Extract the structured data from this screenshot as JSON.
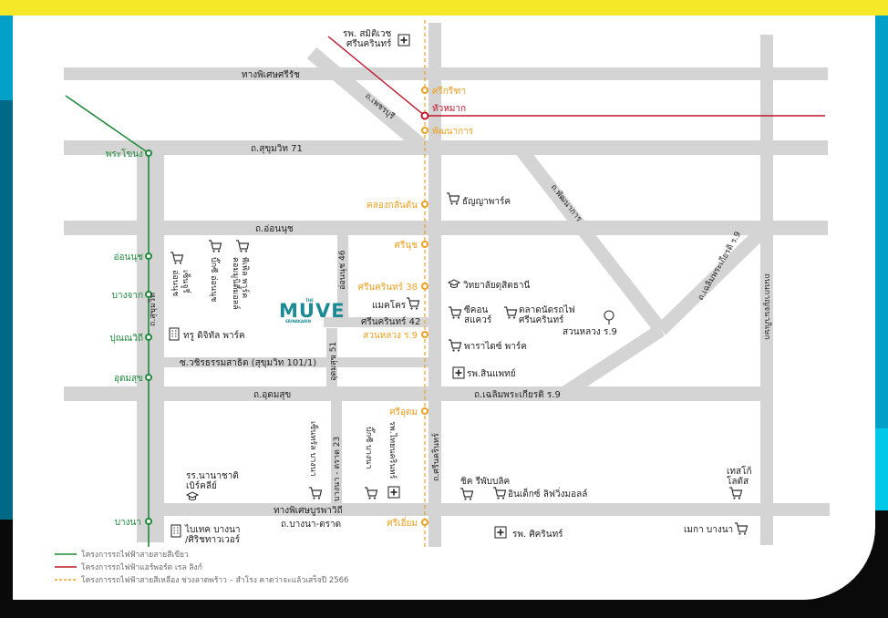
{
  "colors": {
    "frame_yellow": "#f4e829",
    "frame_blue": "#00a0c8",
    "road": "#d4d4d4",
    "green_line": "#1f8a3c",
    "red_line": "#c0162c",
    "yellow_line": "#f0a020",
    "brand": "#1c8a94"
  },
  "project": {
    "brand_small": "THE",
    "brand": "MUVE",
    "brand_sub": "SRINAKARIN"
  },
  "roads": {
    "kanchanaphisek": "ทางพิเศษศรีรัช",
    "phetchaburi": "ถ.เพชรบุรี",
    "sukhumvit71": "ถ.สุขุมวิท 71",
    "onnut": "ถ.อ่อนนุช",
    "onnut46": "อ่อนนุช 46",
    "sukhumvit": "ถ.สุขุมวิท",
    "wachiratham": "ซ.วชิรธรรมสาธิต (สุขุมวิท 101/1)",
    "udomsuk51": "อุดมสุข 51",
    "srinakarin42": "ศรีนครินทร์ 42",
    "udomsuk": "ถ.อุดมสุข",
    "chaloem": "ถ.เฉลิมพระเกียรติ ร.9",
    "chaloem_diag": "ถ.เฉลิมพระเกียรติ ร.9",
    "phatthanakan": "ถ.พัฒนาการ",
    "kanchana_v": "ถนนกาญจนาภิเษก",
    "srinakarin_v": "ถ.ศรีนครินทร์",
    "bangna_trat23": "บางนา - ตราด 23",
    "burapha": "ทางพิเศษบูรพาวิถี",
    "bangna_trat": "ถ.บางนา-ตราด"
  },
  "stations": {
    "green": [
      "พระโขนง",
      "อ่อนนุช",
      "บางจาก",
      "ปุณณวิถี",
      "อุดมสุข",
      "บางนา"
    ],
    "yellow": [
      "ศรีกรีฑา",
      "พัฒนาการ",
      "คลองกลันตัน",
      "ศรีนุช",
      "ศรีนครินทร์ 38",
      "สวนหลวง ร.9",
      "ศรีอุดม",
      "ศรีเอี่ยม"
    ],
    "red": "หัวหมาก"
  },
  "places": {
    "hospital1a": "รพ. สมิติเวช",
    "hospital1b": "ศรีนครินทร์",
    "thanya": "ธัญญาพาร์ค",
    "century1": "เซ็นจูรี่",
    "century2": "อ่อนนุช",
    "bigc_onnut": "บิ๊กซี อ่อนนุช",
    "pfp1": "พีเพิล พาร์ค",
    "pfp2": "คอมมูนิตี้มอลล์",
    "college": "วิทยาลัยดุสิตธานี",
    "makro": "แมคโคร",
    "seacon1": "ซีคอน",
    "seacon2": "สแควร์",
    "train1": "ตลาดนัดรถไฟ",
    "train2": "ศรีนครินทร์",
    "suanluang": "สวนหลวง ร.9",
    "true": "ทรู ดิจิทัล พาร์ค",
    "paradise": "พาราไดซ์ พาร์ค",
    "samitivej": "รพ.สินแพทย์",
    "central": "เซ็นทรัล บางนา",
    "bigc_bangna": "บิ๊กซี บางนา",
    "thainakarin": "รพ.ไทยนครินทร์",
    "school1": "รร.นานาชาติ",
    "school2": "เบิร์คลีย์",
    "chic1": "ชิค รีพับบลิค",
    "index": "อินเด็กซ์ ลิฟวิ่งมอลล์",
    "lotus1": "เทสโก้",
    "lotus2": "โลตัส",
    "bitec1": "ไบเทค บางนา",
    "bitec2": "/ศิริชทาวเวอร์",
    "sikarin": "รพ. ศิครินทร์",
    "mega": "เมกา บางนา"
  },
  "icons": [
    "hospital-icon",
    "cart-icon",
    "school-icon",
    "building-icon",
    "tree-icon"
  ],
  "legend": [
    {
      "color": "#1f8a3c",
      "style": "solid",
      "text": "โครงการรถไฟฟ้าสายสายสีเขียว"
    },
    {
      "color": "#c0162c",
      "style": "solid",
      "text": "โครงการรถไฟฟ้าแอร์พอร์ต เรล ลิงก์"
    },
    {
      "color": "#f0a020",
      "style": "dashed",
      "text": "โครงการรถไฟฟ้าสายสีเหลือง ช่วงลาดพร้าว – สำโรง คาดว่าจะแล้วเสร็จปี 2566"
    }
  ]
}
